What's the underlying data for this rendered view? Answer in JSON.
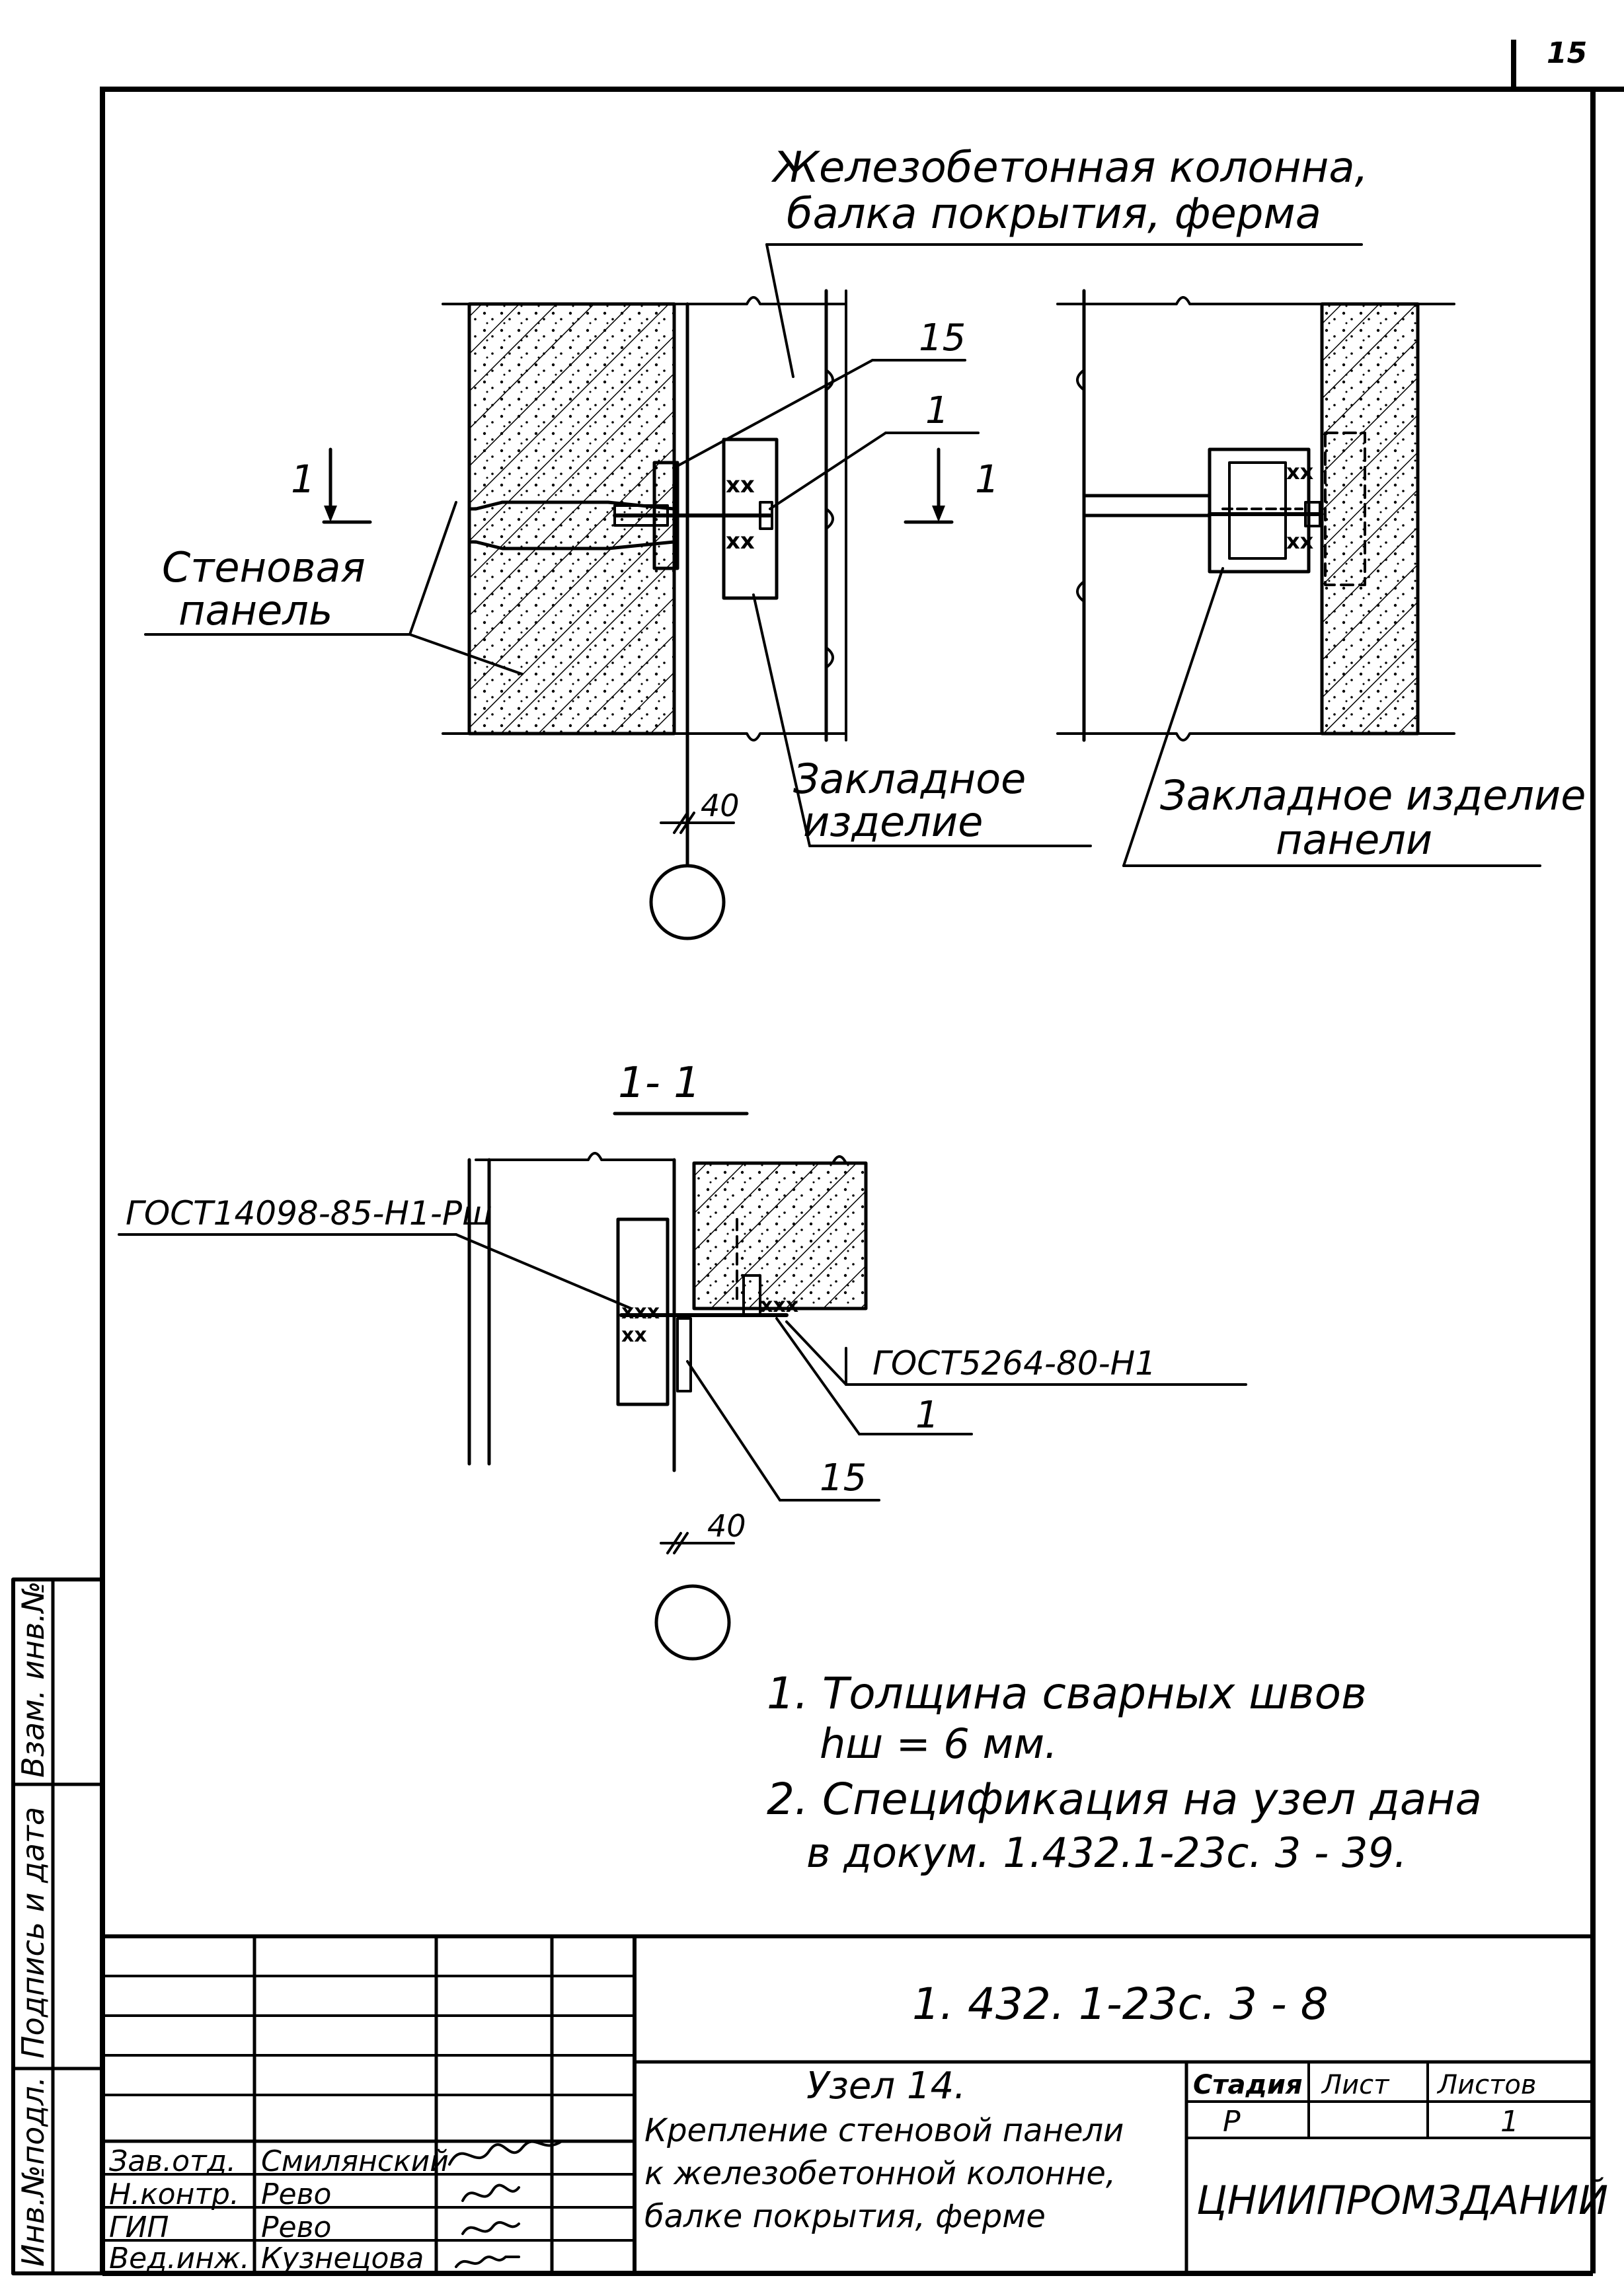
{
  "sheet": {
    "page_number": "15",
    "document_code": "1. 432. 1-23с. 3 - 8"
  },
  "drawing": {
    "top_label_line1": "Железобетонная колонна,",
    "top_label_line2": "балка покрытия, ферма",
    "wall_panel_line1": "Стеновая",
    "wall_panel_line2": "панель",
    "embedded_item_line1": "Закладное",
    "embedded_item_line2": "изделие",
    "panel_embedded_line1": "Закладное изделие",
    "panel_embedded_line2": "панели",
    "section_mark": "1",
    "section_title": "1- 1",
    "callout_15": "15",
    "callout_1": "1",
    "dim_40": "40",
    "gost_bolt": "ГОСТ14098-85-Н1-Рш",
    "gost_weld": "ГОСТ5264-80-Н1"
  },
  "notes": {
    "note1_line1": "1.  Толщина  сварных  швов",
    "note1_line2": "hш = 6 мм.",
    "note2_line1": "2.  Спецификация  на узел дана",
    "note2_line2": "в докум. 1.432.1-23с. 3 - 39."
  },
  "side_stamp": {
    "inv_vzam": "Взам. инв.№",
    "sign_date": "Подпись и дата",
    "inv_podl": "Инв.№подл."
  },
  "title_block": {
    "node_title": "Узел 14.",
    "desc_line1": "Крепление стеновой панели",
    "desc_line2": "к железобетонной колонне,",
    "desc_line3": "балке покрытия, ферме",
    "stage_header": "Стадия",
    "sheet_header": "Лист",
    "sheets_header": "Листов",
    "stage_value": "Р",
    "sheets_value": "1",
    "organization": "ЦНИИПРОМЗДАНИЙ",
    "roles": [
      {
        "role": "Зав.отд.",
        "name": "Смилянский"
      },
      {
        "role": "Н.контр.",
        "name": "Рево"
      },
      {
        "role": "ГИП",
        "name": "Рево"
      },
      {
        "role": "Вед.инж.",
        "name": "Кузнецова"
      }
    ]
  }
}
